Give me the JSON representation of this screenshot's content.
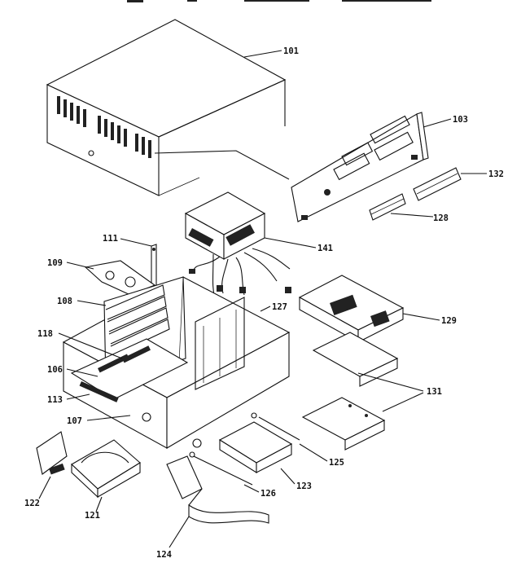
{
  "header": {
    "top_fragments": [
      "...",
      "...",
      "...",
      "..."
    ]
  },
  "diagram": {
    "callouts": [
      {
        "id": "c101",
        "label": "101"
      },
      {
        "id": "c103",
        "label": "103"
      },
      {
        "id": "c132",
        "label": "132"
      },
      {
        "id": "c128",
        "label": "128"
      },
      {
        "id": "c141",
        "label": "141"
      },
      {
        "id": "c111",
        "label": "111"
      },
      {
        "id": "c109",
        "label": "109"
      },
      {
        "id": "c108",
        "label": "108"
      },
      {
        "id": "c127",
        "label": "127"
      },
      {
        "id": "c129",
        "label": "129"
      },
      {
        "id": "c118",
        "label": "118"
      },
      {
        "id": "c106",
        "label": "106"
      },
      {
        "id": "c113",
        "label": "113"
      },
      {
        "id": "c107",
        "label": "107"
      },
      {
        "id": "c131",
        "label": "131"
      },
      {
        "id": "c125",
        "label": "125"
      },
      {
        "id": "c123",
        "label": "123"
      },
      {
        "id": "c126",
        "label": "126"
      },
      {
        "id": "c122",
        "label": "122"
      },
      {
        "id": "c121",
        "label": "121"
      },
      {
        "id": "c124",
        "label": "124"
      }
    ]
  }
}
